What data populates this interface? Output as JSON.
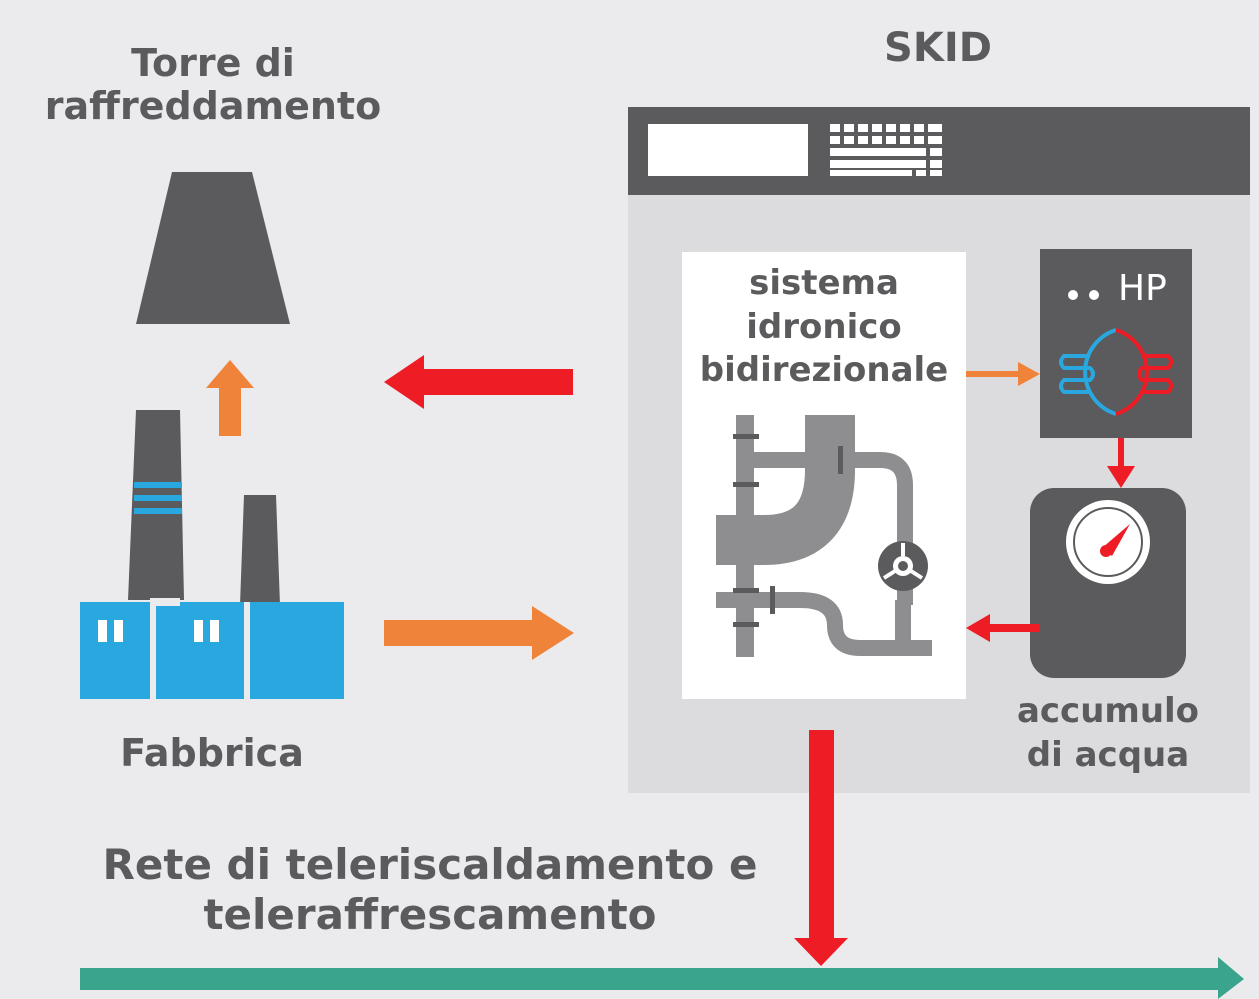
{
  "labels": {
    "tower": "Torre di raffreddamento",
    "skid": "SKID",
    "factory": "Fabbrica",
    "hydronic": "sistema idronico bidirezionale",
    "heat_pump": "HP",
    "storage": "accumulo di acqua",
    "network": "Rete di teleriscaldamento e teleraffrescamento"
  },
  "colors": {
    "background": "#ebebed",
    "dark_gray": "#5b5b5d",
    "skid_panel": "#dcdcde",
    "pipe_gray": "#8e8e91",
    "red": "#ee1c25",
    "orange": "#f0833a",
    "blue": "#29a8e0",
    "teal": "#3aa58c"
  },
  "icons": [
    "cooling-tower-icon",
    "factory-icon",
    "control-panel-icon",
    "pipes-icon",
    "valve-icon",
    "heat-pump-icon",
    "water-tank-icon",
    "gauge-icon"
  ]
}
